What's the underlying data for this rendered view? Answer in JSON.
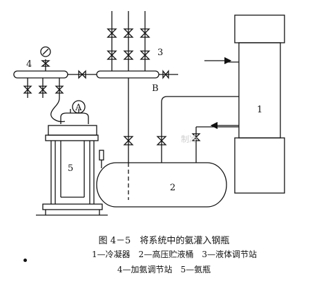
{
  "labels": {
    "condenser": "1",
    "receiver": "2",
    "liquid_station": "3",
    "ammonia_station": "4",
    "cylinder": "5",
    "gauge_a": "A",
    "point_b": "B"
  },
  "watermark": "制冷",
  "caption": {
    "title": "图 4－5　将系统中的氨灌入钢瓶",
    "legend_line1": "1—冷凝器　2—高压贮液桶　3—液体调节站",
    "legend_line2": "4—加氨调节站　5—氨瓶"
  },
  "colors": {
    "line": "#111111",
    "background": "#ffffff",
    "watermark": "#cfcfcf"
  }
}
